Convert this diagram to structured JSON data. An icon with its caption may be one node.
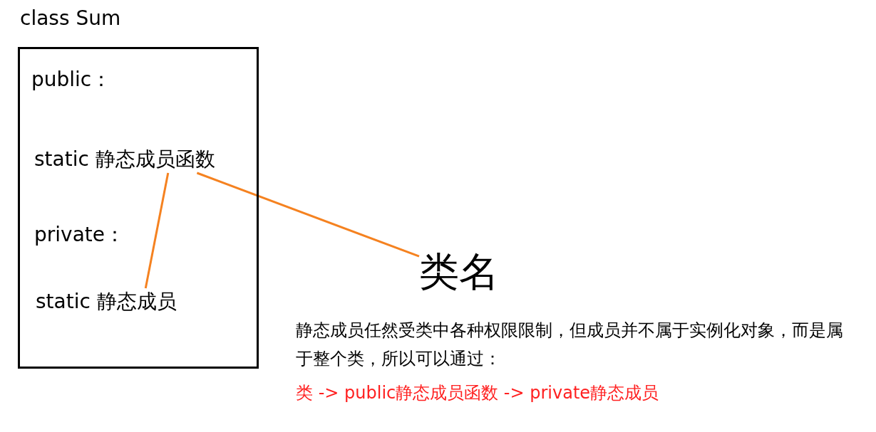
{
  "diagram": {
    "nodes": [
      {
        "text": [
          "class Sum",
          "public：",
          "private："
        ]
      },
      {
        "text": [
          "static 静态成员函数"
        ],
        "in": 0
      },
      {
        "text": [
          "static 静态成员"
        ],
        "in": 0
      },
      {
        "text": [
          "类名"
        ]
      }
    ],
    "edges": [
      {
        "from": 1,
        "to": 2,
        "arrow": "none"
      },
      {
        "from": 1,
        "to": 3,
        "arrow": "none"
      }
    ],
    "labels": [
      "静态成员任然受类中各种权限限制，但成员并不属于实例化对象，而是属于整个类，所以可以通过：",
      "类 -> public静态成员函数 -> private静态成员"
    ]
  }
}
